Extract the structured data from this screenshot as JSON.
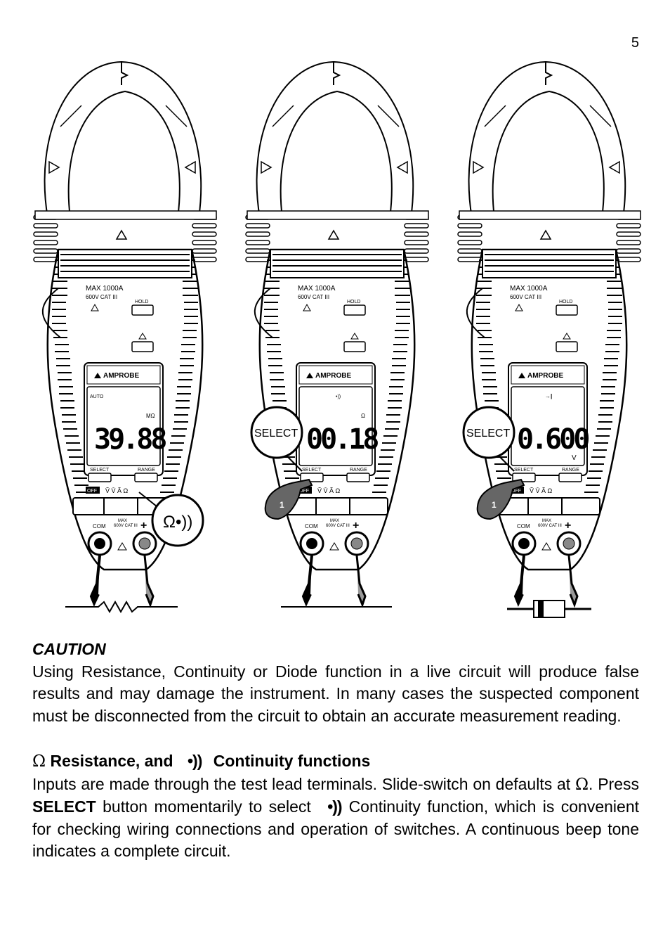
{
  "page": {
    "number": "5"
  },
  "meters": [
    {
      "brand": "AMPROBE",
      "max_label": "MAX 1000A",
      "cat_label": "600V CAT III",
      "hold_label": "HOLD",
      "select_label": "SELECT",
      "range_label": "RANGE",
      "off_label": "OFF",
      "com_label": "COM",
      "jack_max": "MAX",
      "jack_cat": "600V CAT III",
      "mode_indicator": "AUTO",
      "reading": "39.88",
      "unit": "MΩ",
      "callout": "Ω•))",
      "connected_to": "resistor"
    },
    {
      "brand": "AMPROBE",
      "max_label": "MAX 1000A",
      "cat_label": "600V CAT III",
      "hold_label": "HOLD",
      "select_label": "SELECT",
      "range_label": "RANGE",
      "off_label": "OFF",
      "com_label": "COM",
      "jack_max": "MAX",
      "jack_cat": "600V CAT III",
      "mode_indicator": "•))",
      "reading": "00.18",
      "unit": "Ω",
      "callout": "SELECT",
      "step": "1",
      "connected_to": "wire"
    },
    {
      "brand": "AMPROBE",
      "max_label": "MAX 1000A",
      "cat_label": "600V CAT III",
      "hold_label": "HOLD",
      "select_label": "SELECT",
      "range_label": "RANGE",
      "off_label": "OFF",
      "com_label": "COM",
      "jack_max": "MAX",
      "jack_cat": "600V CAT III",
      "mode_indicator": "→|",
      "reading": "0.600",
      "unit": "V",
      "callout": "SELECT",
      "step": "1",
      "connected_to": "diode"
    }
  ],
  "caution": {
    "title": "CAUTION",
    "body": "Using Resistance, Continuity or Diode function in a live circuit will produce false results and may damage the instrument. In many cases the suspected component must be disconnected from the circuit to obtain an accurate measurement reading."
  },
  "section": {
    "omega": "Ω",
    "title_part1": "Resistance, and",
    "beep_symbol": "•))",
    "title_part2": "Continuity functions",
    "p1": "Inputs are made through the test lead terminals. Slide-switch on defaults at",
    "p1_omega": "Ω",
    "p2": ". Press",
    "p3_bold": "SELECT",
    "p4": "button momentarily to select",
    "p5": "Continuity function, which is convenient for checking wiring connections and operation of switches. A continuous beep tone indicates a complete circuit."
  }
}
